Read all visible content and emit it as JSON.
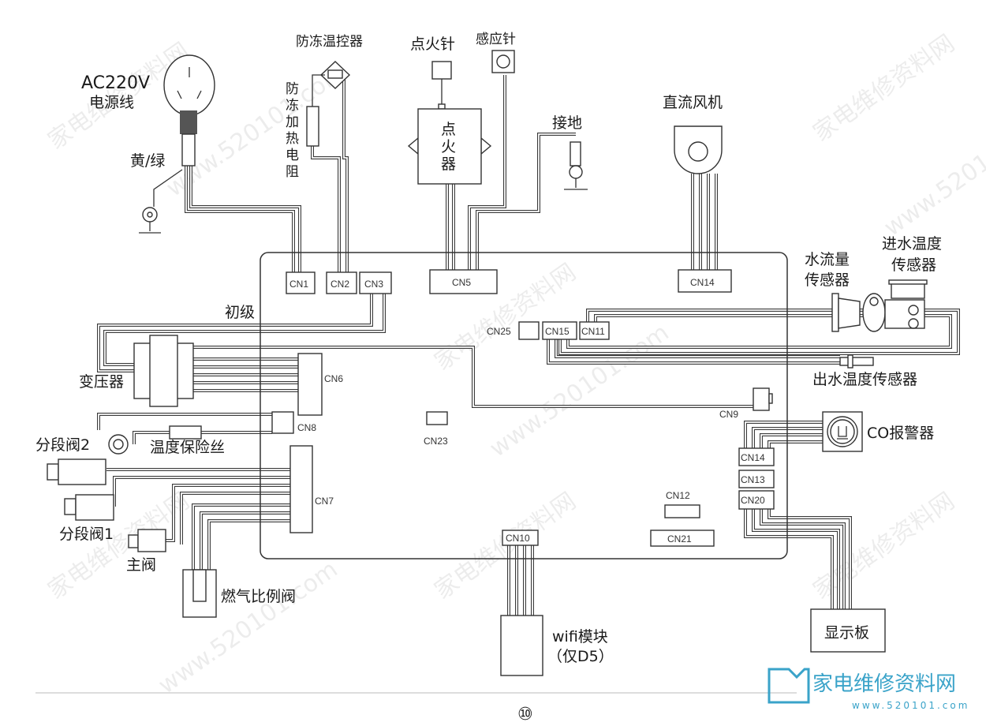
{
  "power": {
    "voltage": "AC220V",
    "cord": "电源线",
    "earth_wire": "黄/绿"
  },
  "top_components": {
    "antifreeze_thermostat": "防冻温控器",
    "antifreeze_heater": [
      "防",
      "冻",
      "加",
      "热",
      "电",
      "阻"
    ],
    "ignition_pin": "点火针",
    "sensing_pin": "感应针",
    "igniter": [
      "点",
      "火",
      "器"
    ],
    "ground": "接地",
    "dc_fan": "直流风机"
  },
  "right_components": {
    "water_flow_sensor": [
      "水流量",
      "传感器"
    ],
    "inlet_temp_sensor": [
      "进水温度",
      "传感器"
    ],
    "outlet_temp_sensor": "出水温度传感器",
    "co_alarm": "CO报警器",
    "display_board": "显示板",
    "wifi_module": [
      "wifi模块",
      "（仅D5）"
    ]
  },
  "left_components": {
    "primary": "初级",
    "transformer": "变压器",
    "section_valve_2": "分段阀2",
    "thermal_fuse": "温度保险丝",
    "section_valve_1": "分段阀1",
    "main_valve": "主阀",
    "gas_proportional_valve": "燃气比例阀"
  },
  "connectors": {
    "cn1": "CN1",
    "cn2": "CN2",
    "cn3": "CN3",
    "cn5": "CN5",
    "cn14_top": "CN14",
    "cn25": "CN25",
    "cn15": "CN15",
    "cn11": "CN11",
    "cn6": "CN6",
    "cn8": "CN8",
    "cn23": "CN23",
    "cn7": "CN7",
    "cn9": "CN9",
    "cn14_right": "CN14",
    "cn13": "CN13",
    "cn20": "CN20",
    "cn12": "CN12",
    "cn21": "CN21",
    "cn10": "CN10"
  },
  "page_number": "⑩",
  "watermark": {
    "site_name": "家电维修资料网",
    "url": "www.520101.com",
    "logo_url": "www.520101.com"
  }
}
